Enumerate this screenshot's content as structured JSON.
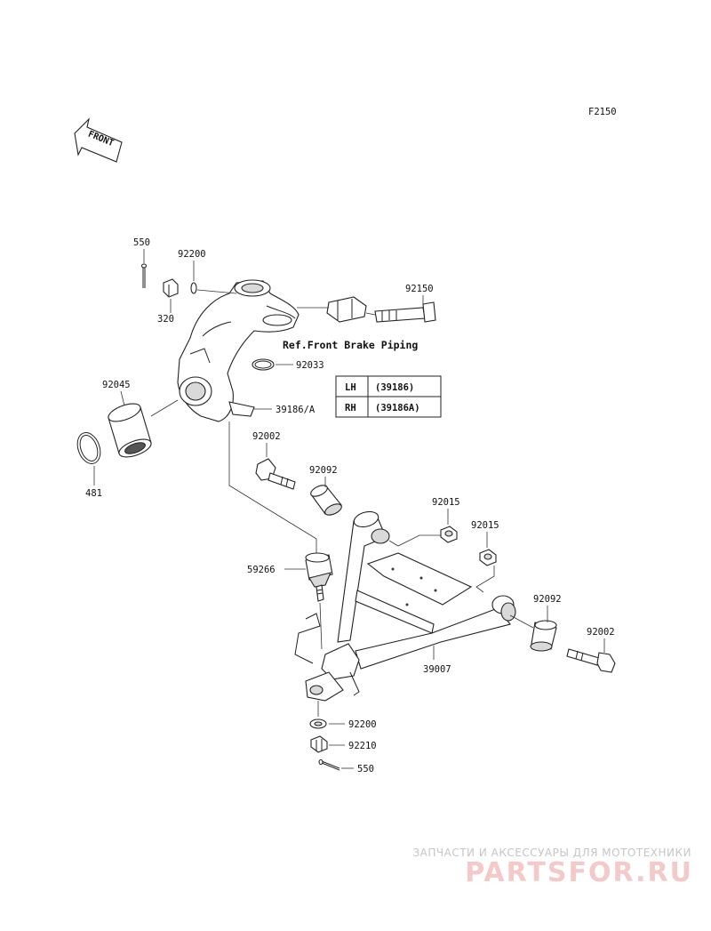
{
  "figure_code": "F2150",
  "front_arrow": "FRONT",
  "reference_note": "Ref.Front Brake Piping",
  "labels": {
    "p550_top": "550",
    "p92200_top": "92200",
    "p320": "320",
    "p92150": "92150",
    "p92033": "92033",
    "p92045": "92045",
    "p39186A": "39186/A",
    "p481": "481",
    "p92002_left": "92002",
    "p92092_left": "92092",
    "p92015_a": "92015",
    "p92015_b": "92015",
    "p59266": "59266",
    "p92092_right": "92092",
    "p92002_right": "92002",
    "p39007": "39007",
    "p92200_bottom": "92200",
    "p92210": "92210",
    "p550_bottom": "550"
  },
  "side_table": [
    {
      "side": "LH",
      "part": "(39186)"
    },
    {
      "side": "RH",
      "part": "(39186A)"
    }
  ],
  "watermark": {
    "tagline": "ЗАПЧАСТИ И АКСЕССУАРЫ ДЛЯ МОТОТЕХНИКИ",
    "brand": "PARTSFOR.RU",
    "color": "#e06666"
  }
}
